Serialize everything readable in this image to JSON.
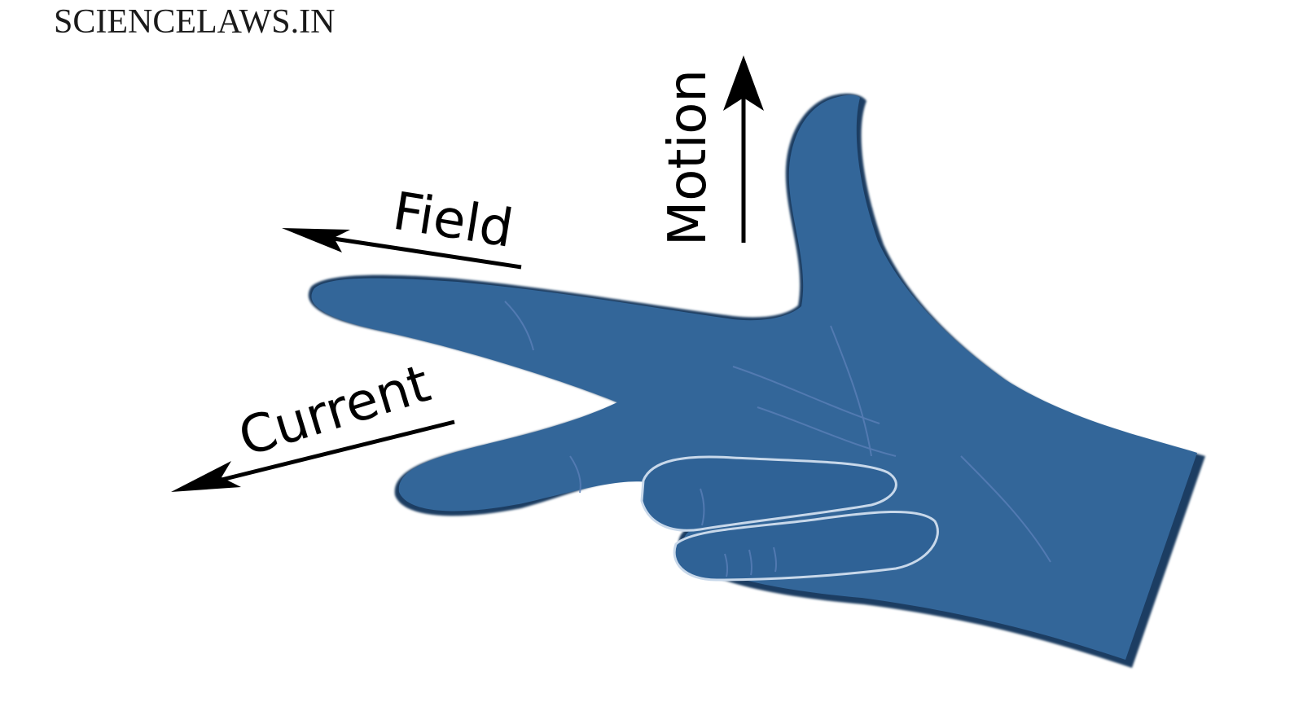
{
  "watermark": "SCIENCELAWS.IN",
  "labels": {
    "motion": "Motion",
    "field": "Field",
    "current": "Current"
  },
  "colors": {
    "hand_fill": "#336699",
    "hand_shadow": "#1d3d62",
    "vein": "#5a7fb8",
    "arrow": "#000000",
    "background": "#ffffff"
  }
}
